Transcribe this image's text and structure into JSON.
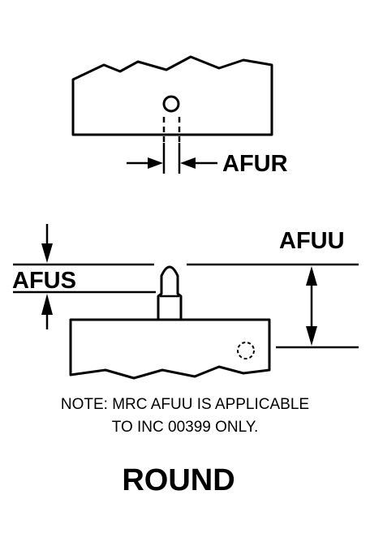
{
  "labels": {
    "afur": "AFUR",
    "afuu": "AFUU",
    "afus": "AFUS"
  },
  "note": {
    "line1": "NOTE: MRC AFUU IS APPLICABLE",
    "line2": "TO INC 00399 ONLY."
  },
  "caption": "ROUND",
  "colors": {
    "ink": "#000000",
    "background": "#ffffff"
  }
}
